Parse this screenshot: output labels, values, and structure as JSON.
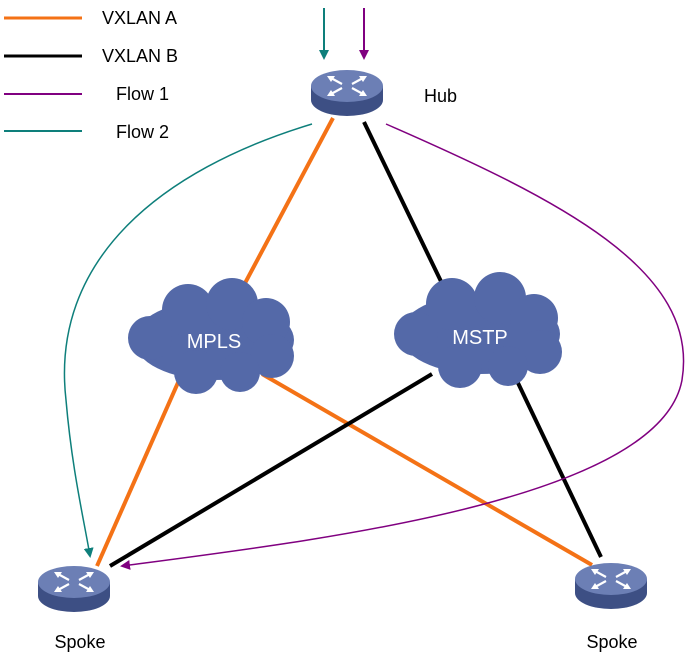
{
  "legend": [
    {
      "label": "VXLAN A",
      "color": "#f47216"
    },
    {
      "label": "VXLAN B",
      "color": "#000000"
    },
    {
      "label": "Flow 1",
      "color": "#800080"
    },
    {
      "label": "Flow 2",
      "color": "#0e7f7b"
    }
  ],
  "nodes": {
    "hub": {
      "label": "Hub",
      "icon": "router-icon"
    },
    "spoke_left": {
      "label": "Spoke",
      "icon": "router-icon"
    },
    "spoke_right": {
      "label": "Spoke",
      "icon": "router-icon"
    }
  },
  "clouds": {
    "mpls": {
      "label": "MPLS"
    },
    "mstp": {
      "label": "MSTP"
    }
  },
  "colors": {
    "router_top": "#6c7fb5",
    "router_side": "#3d4f84",
    "cloud_fill": "#5469a8"
  }
}
